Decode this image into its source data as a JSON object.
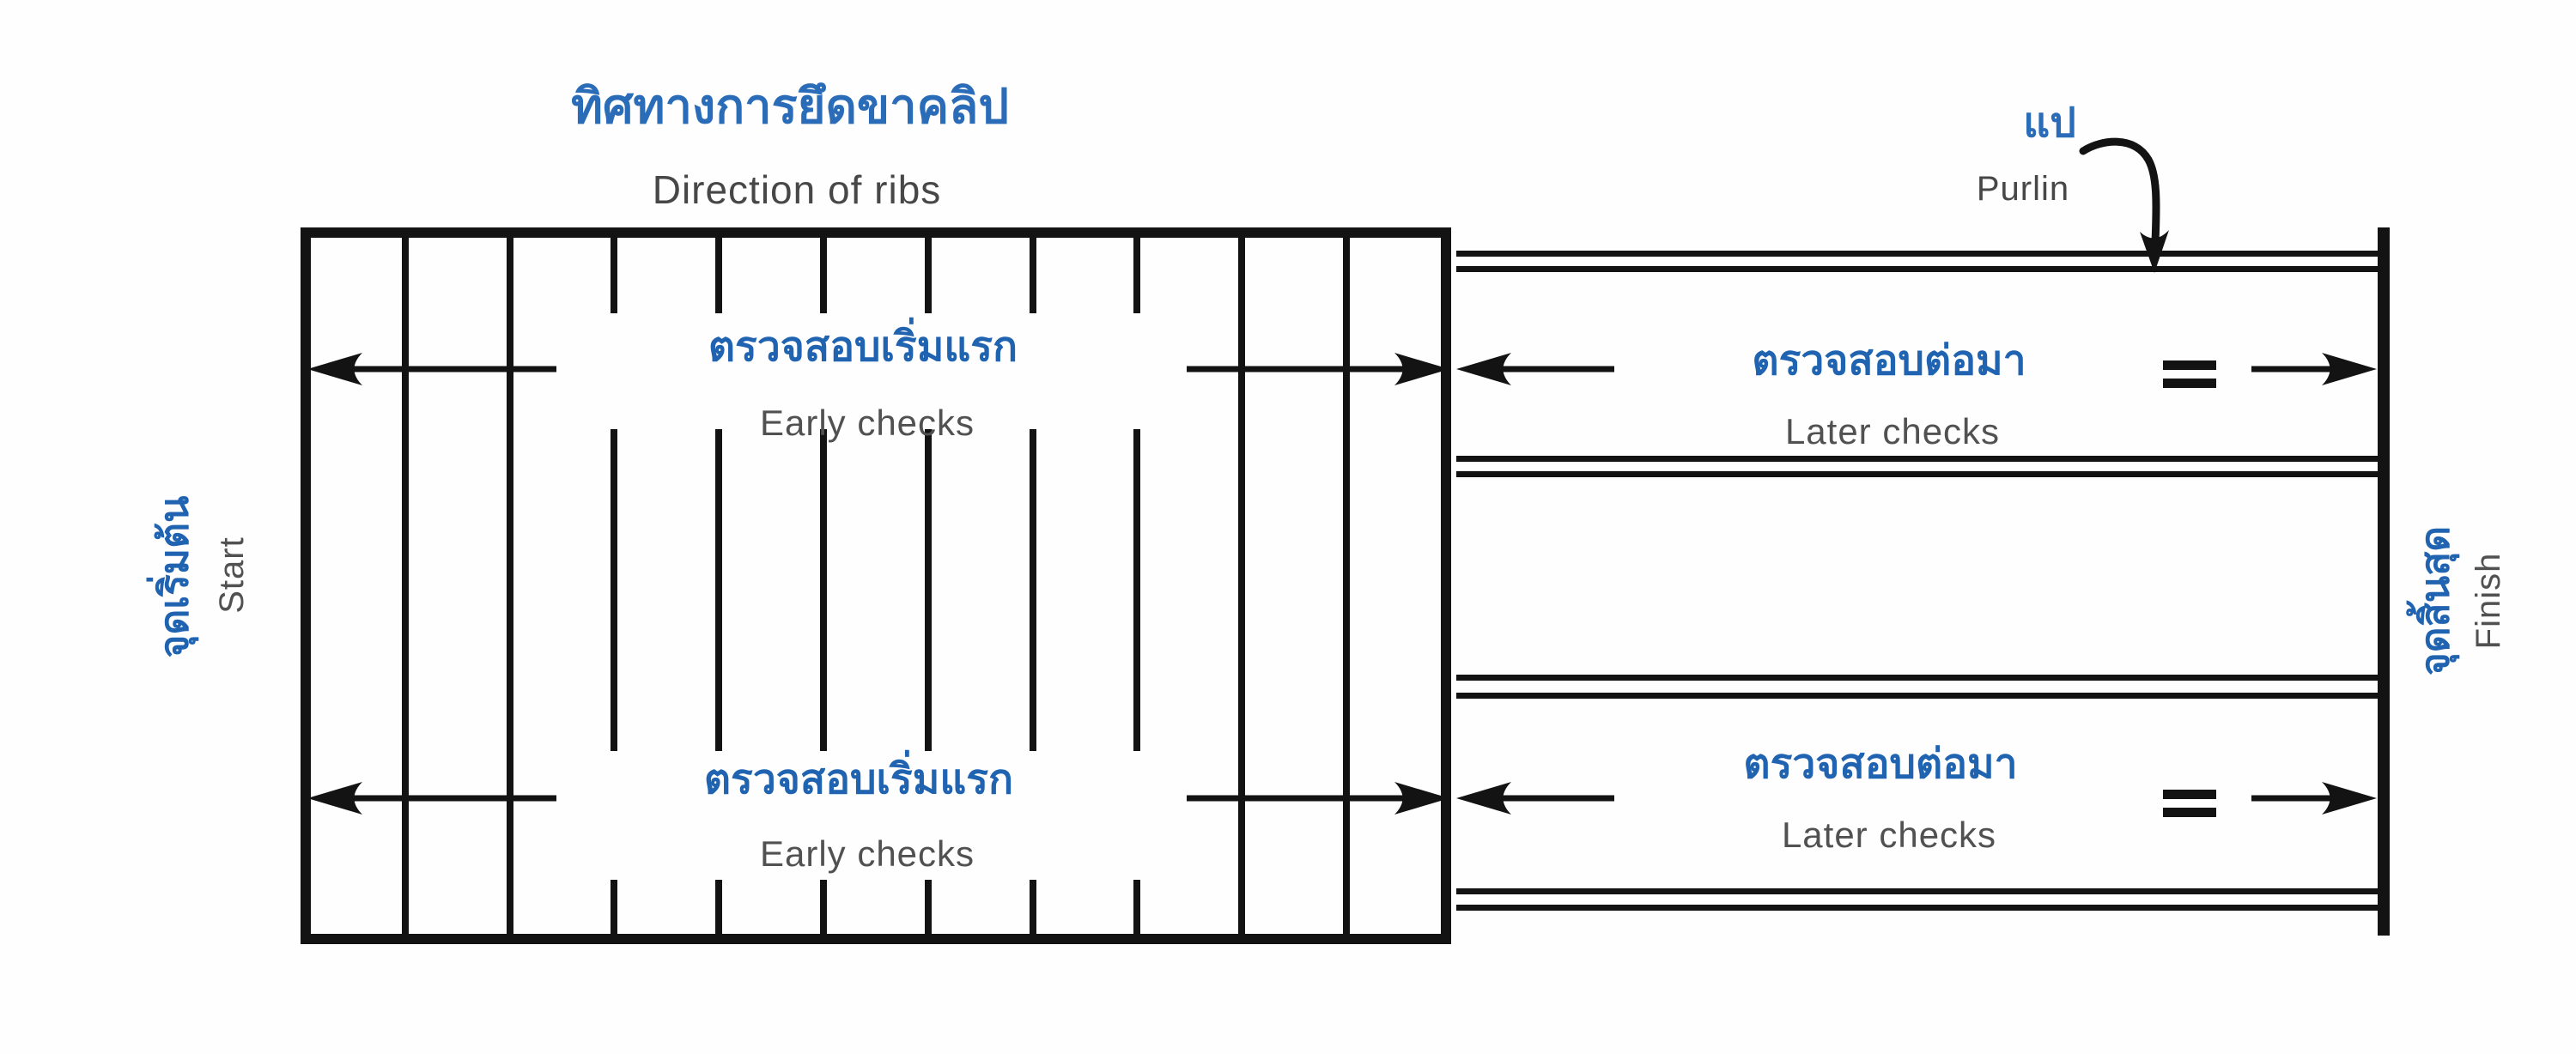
{
  "title": {
    "thai": "ทิศทางการยึดขาคลิป",
    "english": "Direction of ribs"
  },
  "purlin_callout": {
    "thai": "แป",
    "english": "Purlin"
  },
  "start_label": {
    "thai": "จุดเริ่มต้น",
    "english": "Start"
  },
  "finish_label": {
    "thai": "จุดสิ้นสุด",
    "english": "Finish"
  },
  "early_check": {
    "thai": "ตรวจสอบเริ่มแรก",
    "english": "Early checks"
  },
  "later_check": {
    "thai": "ตรวจสอบต่อมา",
    "english": "Later checks"
  },
  "equals_symbol": "=",
  "colors": {
    "line_black": "#131313",
    "thai_blue": "#2063b0",
    "heading_blue": "#2a6cb8",
    "english_gray": "#4f4f4f"
  },
  "structure": {
    "rib_count": 10,
    "purlin_row_count": 4
  }
}
